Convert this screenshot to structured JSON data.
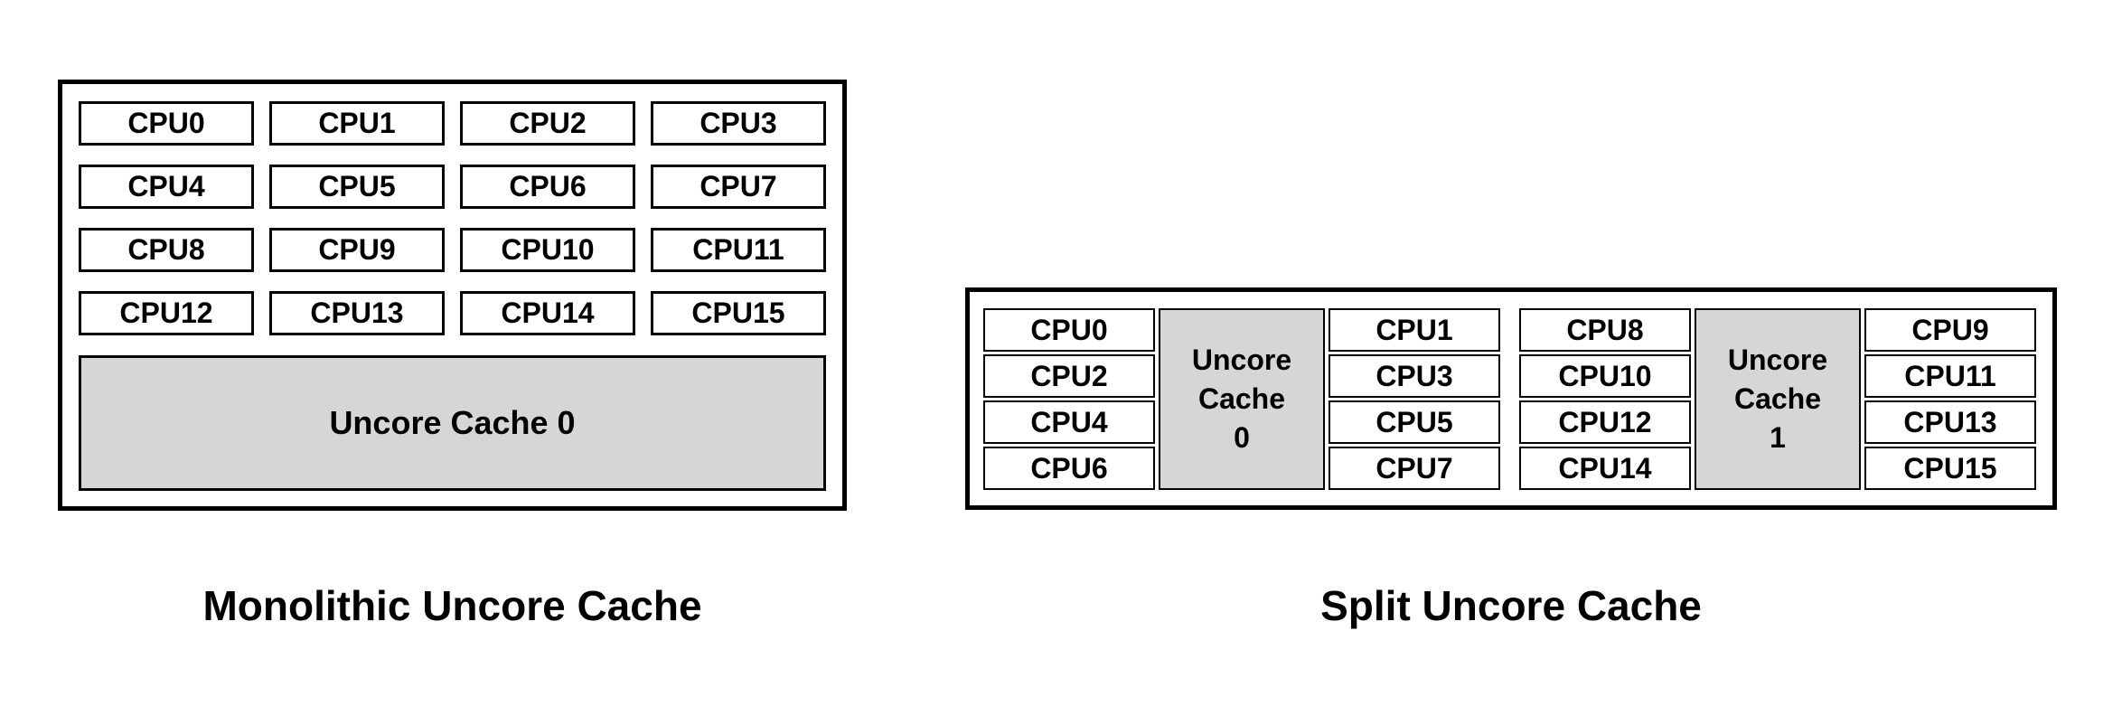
{
  "colors": {
    "background": "#ffffff",
    "border": "#000000",
    "text": "#000000",
    "cache_fill": "#d6d6d6"
  },
  "monolithic": {
    "caption": "Monolithic Uncore Cache",
    "cpus": [
      "CPU0",
      "CPU1",
      "CPU2",
      "CPU3",
      "CPU4",
      "CPU5",
      "CPU6",
      "CPU7",
      "CPU8",
      "CPU9",
      "CPU10",
      "CPU11",
      "CPU12",
      "CPU13",
      "CPU14",
      "CPU15"
    ],
    "cache_label": "Uncore Cache 0"
  },
  "split": {
    "caption": "Split Uncore Cache",
    "clusters": [
      {
        "left_cpus": [
          "CPU0",
          "CPU2",
          "CPU4",
          "CPU6"
        ],
        "cache_lines": [
          "Uncore",
          "Cache",
          "0"
        ],
        "right_cpus": [
          "CPU1",
          "CPU3",
          "CPU5",
          "CPU7"
        ]
      },
      {
        "left_cpus": [
          "CPU8",
          "CPU10",
          "CPU12",
          "CPU14"
        ],
        "cache_lines": [
          "Uncore",
          "Cache",
          "1"
        ],
        "right_cpus": [
          "CPU9",
          "CPU11",
          "CPU13",
          "CPU15"
        ]
      }
    ]
  }
}
